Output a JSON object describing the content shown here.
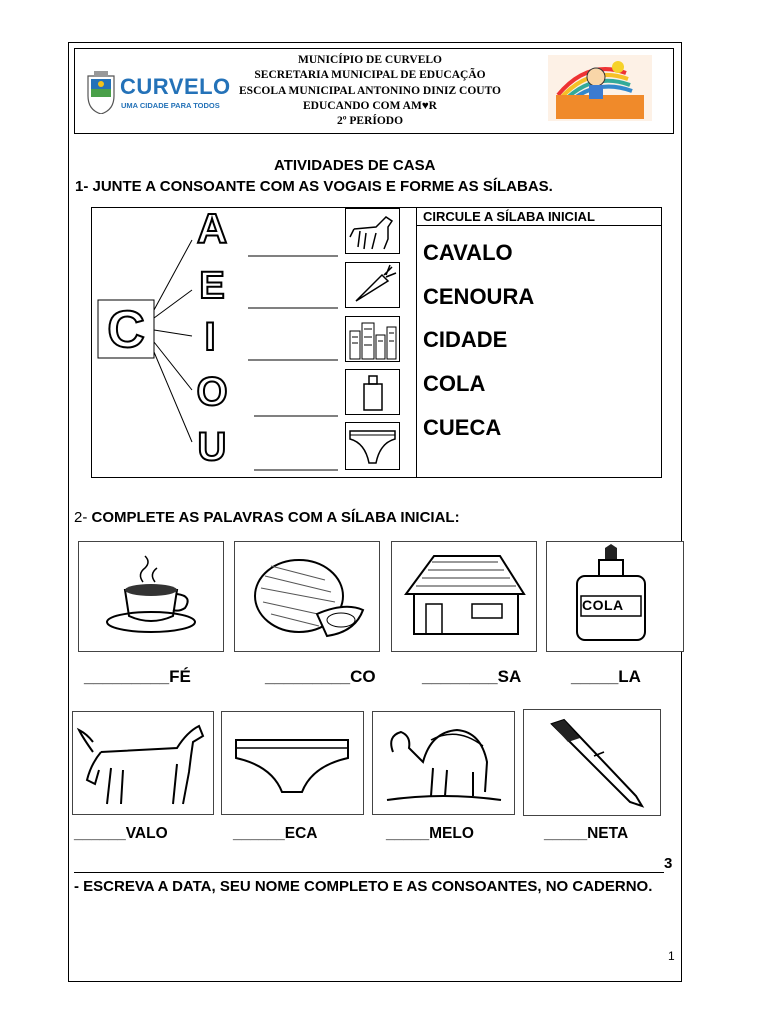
{
  "header": {
    "line1": "MUNICÍPIO DE CURVELO",
    "line2": "SECRETARIA MUNICIPAL DE EDUCAÇÃO",
    "line3": "ESCOLA MUNICIPAL ANTONINO DINIZ COUTO",
    "line4": "EDUCANDO COM AM♥R",
    "line5": "2º PERÍODO",
    "logo_text": "CURVELO",
    "logo_sub": "UMA CIDADE PARA TODOS",
    "brand_color": "#2472b8"
  },
  "section1": {
    "title": "ATIVIDADES  DE CASA",
    "instruction": "1- JUNTE A CONSOANTE COM AS VOGAIS E FORME AS SÍLABAS.",
    "consonant": "C",
    "vowels": [
      "A",
      "E",
      "I",
      "O",
      "U"
    ],
    "circle_header": "CIRCULE A SÍLABA INICIAL",
    "words": [
      "CAVALO",
      "CENOURA",
      "CIDADE",
      "COLA",
      "CUECA"
    ],
    "images": [
      "horse",
      "carrot",
      "city",
      "glue",
      "underwear"
    ]
  },
  "section2": {
    "number": "2-",
    "instruction": "COMPLETE AS PALAVRAS COM A SÍLABA INICIAL:",
    "row1": [
      {
        "image": "coffee-cup",
        "blank": "_________",
        "ending": "FÉ"
      },
      {
        "image": "coconut",
        "blank": "_________",
        "ending": "CO"
      },
      {
        "image": "house",
        "blank": "________",
        "ending": "SA"
      },
      {
        "image": "glue-bottle",
        "blank": "_____",
        "ending": "LA",
        "label": "COLA"
      }
    ],
    "row2": [
      {
        "image": "horse",
        "blank": "______",
        "ending": "VALO"
      },
      {
        "image": "underwear",
        "blank": "______",
        "ending": "ECA"
      },
      {
        "image": "camel",
        "blank": "_____",
        "ending": "MELO"
      },
      {
        "image": "pen",
        "blank": "_____",
        "ending": "NETA"
      }
    ]
  },
  "section3": {
    "number": "3",
    "instruction": "- ESCREVA A DATA, SEU NOME COMPLETO E AS CONSOANTES, NO CADERNO."
  },
  "page_number": "1"
}
